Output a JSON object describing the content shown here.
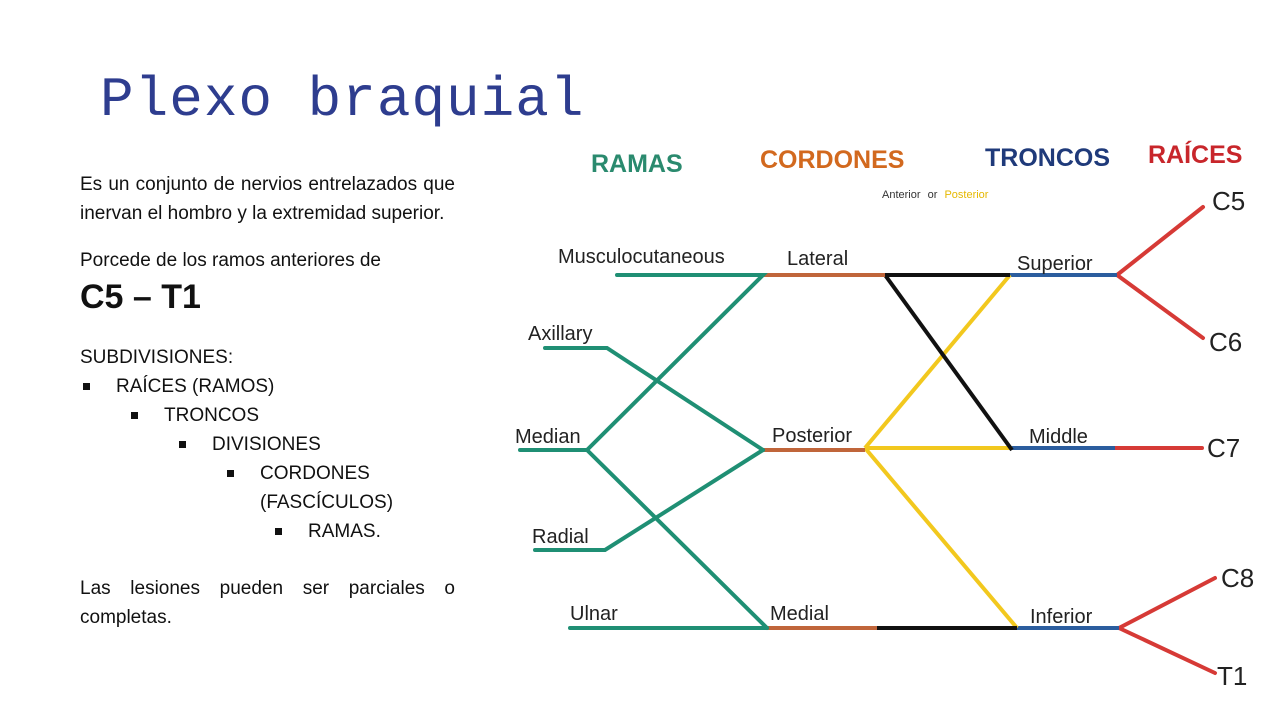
{
  "slide": {
    "title": "Plexo braquial",
    "intro": "Es un conjunto de nervios entrelazados que inervan el hombro y la extremidad superior.",
    "origin": "Porcede de los ramos anteriores de",
    "range": "C5 – T1",
    "subdivisions_title": "SUBDIVISIONES:",
    "subdivisions": [
      "RAÍCES (RAMOS)",
      "TRONCOS",
      "DIVISIONES",
      "CORDONES (FASCÍCULOS)",
      "RAMAS."
    ],
    "lesions": "Las lesiones pueden ser parciales o completas."
  },
  "diagram": {
    "headers": {
      "ramas": "RAMAS",
      "cordones": "CORDONES",
      "troncos": "TRONCOS",
      "raices": "RAÍCES"
    },
    "division_note": {
      "anterior": "Anterior",
      "or": "or",
      "posterior": "Posterior"
    },
    "branches": [
      "Musculocutaneous",
      "Axillary",
      "Median",
      "Radial",
      "Ulnar"
    ],
    "cords": [
      "Lateral",
      "Posterior",
      "Medial"
    ],
    "trunks": [
      "Superior",
      "Middle",
      "Inferior"
    ],
    "roots": [
      "C5",
      "C6",
      "C7",
      "C8",
      "T1"
    ],
    "colors": {
      "ramas": "#2a8a6e",
      "cordones": "#d2691e",
      "troncos": "#1f3a7a",
      "raices": "#c8262b",
      "branch_line": "#1f8f74",
      "cord_line": "#c0653a",
      "trunk_line": "#2b5d9e",
      "root_line": "#d63a36",
      "anterior_division": "#111111",
      "posterior_division": "#f2c81e",
      "title": "#2e3d8f"
    }
  }
}
